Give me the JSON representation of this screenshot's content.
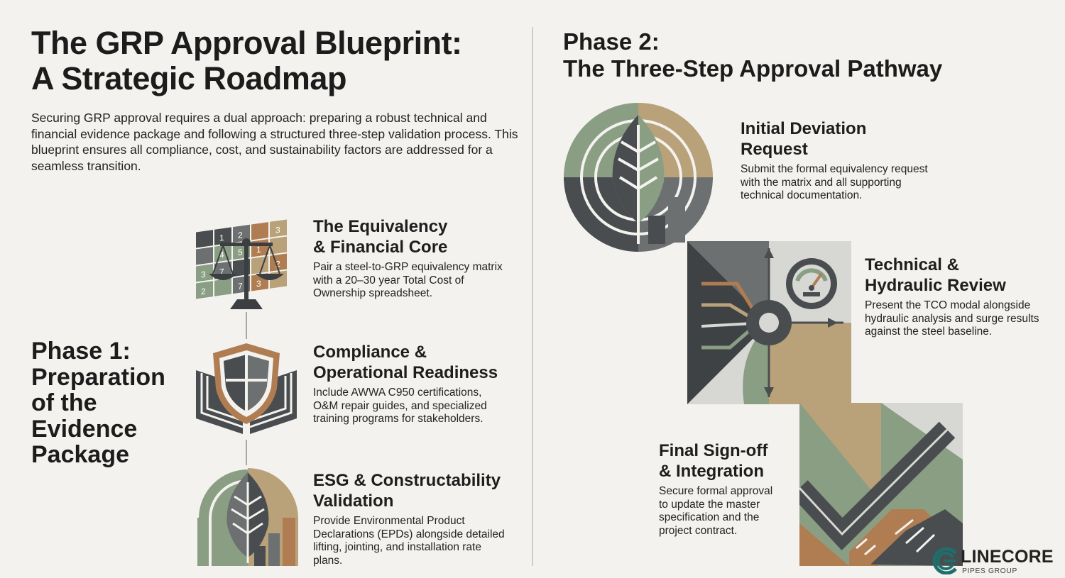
{
  "header": {
    "title_line1": "The GRP Approval Blueprint:",
    "title_line2": "A Strategic Roadmap",
    "intro": "Securing GRP approval requires a dual approach: preparing a robust technical and financial evidence package and following a structured three-step validation process. This blueprint ensures all compliance, cost, and sustainability factors are addressed for a seamless transition."
  },
  "phase1": {
    "lines": [
      "Phase 1:",
      "Preparation",
      "of the",
      "Evidence",
      "Package"
    ],
    "steps": [
      {
        "title_lines": [
          "The Equivalency",
          "& Financial Core"
        ],
        "body": "Pair a steel-to-GRP equivalency matrix with a 20–30 year Total Cost of Ownership spreadsheet.",
        "icon": "scales-matrix-icon"
      },
      {
        "title_lines": [
          "Compliance &",
          "Operational Readiness"
        ],
        "body": "Include AWWA C950 certifications, O&M repair guides, and specialized training programs for stakeholders.",
        "icon": "shield-book-icon"
      },
      {
        "title_lines": [
          "ESG & Constructability",
          "Validation"
        ],
        "body": "Provide Environmental Product Declarations (EPDs) alongside detailed lifting, jointing, and installation rate plans.",
        "icon": "leaf-chart-icon"
      }
    ],
    "matrix_numbers": [
      "1",
      "2",
      "3",
      "4",
      "5",
      "1",
      "3",
      "7",
      "2",
      "2",
      "7",
      "3"
    ]
  },
  "phase2": {
    "lines": [
      "Phase 2:",
      "The Three-Step Approval Pathway"
    ],
    "steps": [
      {
        "title_lines": [
          "Initial Deviation",
          "Request"
        ],
        "body": "Submit the formal equivalency request with the matrix and all supporting technical documentation.",
        "icon": "leaf-circle-icon"
      },
      {
        "title_lines": [
          "Technical &",
          "Hydraulic Review"
        ],
        "body": "Present the TCO modal alongside hydraulic analysis and surge results against the steel baseline.",
        "icon": "gauge-flow-icon"
      },
      {
        "title_lines": [
          "Final Sign-off",
          "& Integration"
        ],
        "body": "Secure formal approval to update the master specification and the project contract.",
        "icon": "check-handshake-icon"
      }
    ]
  },
  "brand": {
    "name": "LINECORE",
    "subtitle": "PIPES GROUP"
  },
  "colors": {
    "sage": "#8a9e84",
    "tan": "#b9a179",
    "copper": "#b07d52",
    "charcoal": "#4a4d4f",
    "slate": "#6c7070",
    "light": "#d7d8d4",
    "brand_teal": "#1f6e6e"
  }
}
